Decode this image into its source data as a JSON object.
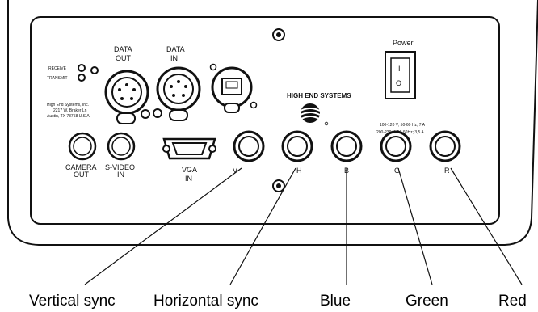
{
  "panel": {
    "power_label": "Power",
    "power_on_mark": "I",
    "power_off_mark": "O",
    "receive_label": "RECEIVE",
    "transmit_label": "TRANSMIT",
    "data_out": [
      "DATA",
      "OUT"
    ],
    "data_in": [
      "DATA",
      "IN"
    ],
    "address": [
      "High End Systems, Inc.",
      "2217 W. Braker Ln",
      "Austin, TX 78758 U.S.A."
    ],
    "brand": "HIGH END SYSTEMS",
    "voltage": [
      "100-120 V; 50-60 Hz; 7 A",
      "200-230 V; 50-60Hz; 3,5 A"
    ],
    "camera_out": [
      "CAMERA",
      "OUT"
    ],
    "svideo_in": [
      "S-VIDEO",
      "IN"
    ],
    "vga_in": [
      "VGA",
      "IN"
    ],
    "port_v": "V",
    "port_h": "H",
    "port_b": "B",
    "port_g": "G",
    "port_r": "R"
  },
  "callouts": {
    "vertical_sync": "Vertical sync",
    "horizontal_sync": "Horizontal sync",
    "blue": "Blue",
    "green": "Green",
    "red": "Red"
  }
}
